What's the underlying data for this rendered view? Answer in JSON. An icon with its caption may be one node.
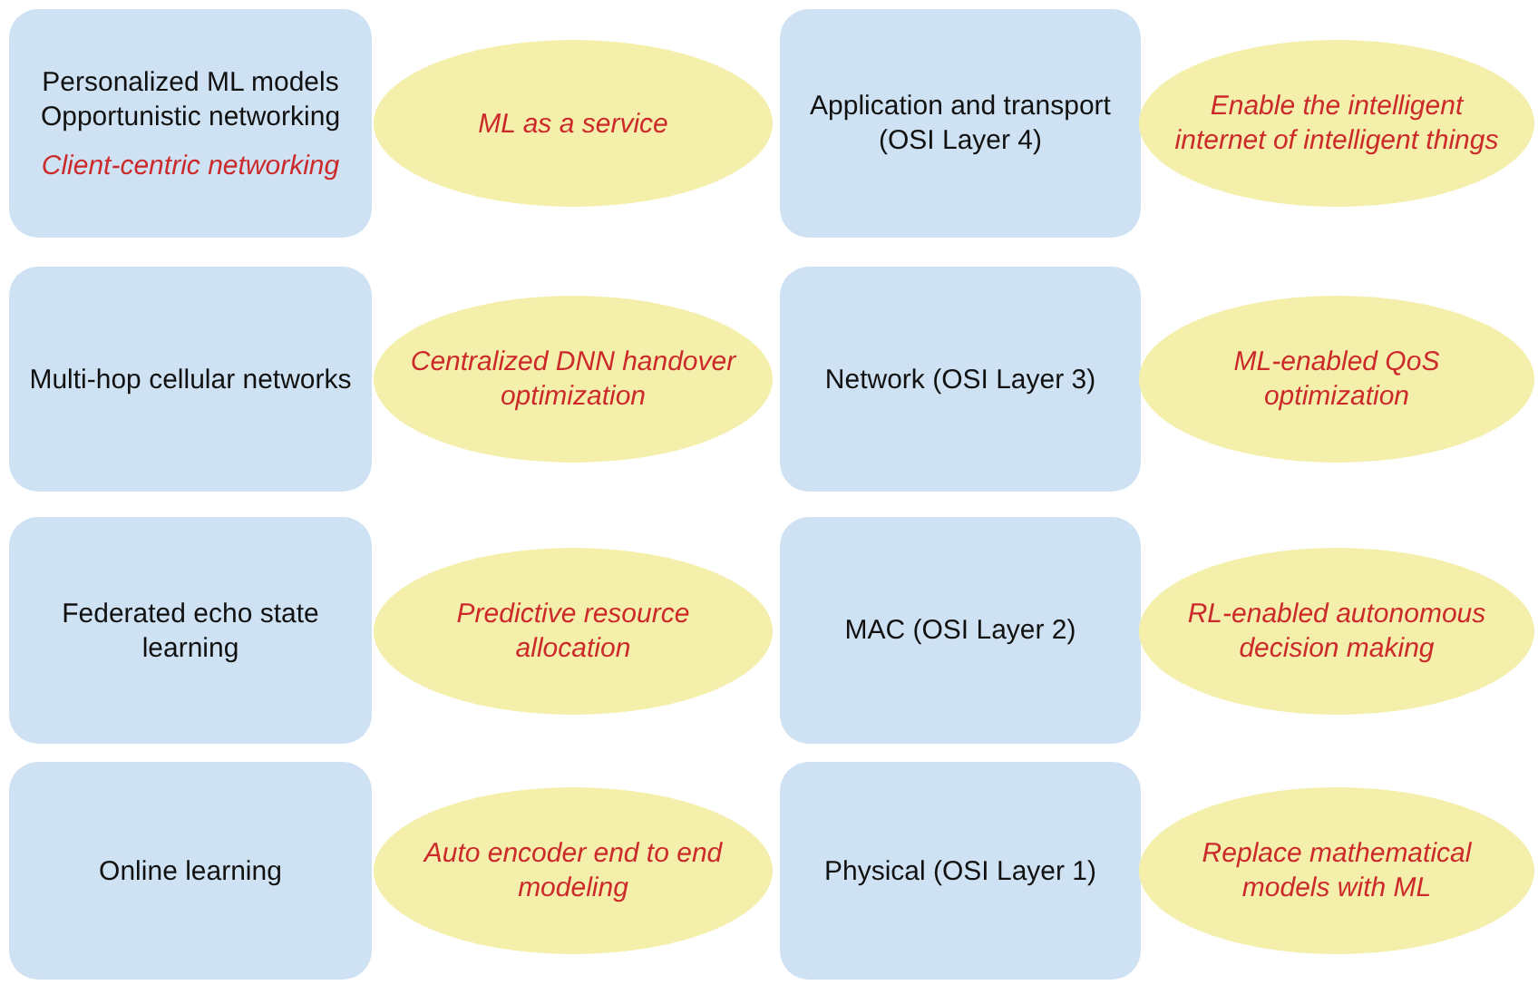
{
  "diagram": {
    "nodes": [
      {
        "text": [
          "Personalized ML models",
          "Opportunistic networking",
          "Client-centric networking"
        ]
      },
      {
        "text": [
          "ML as a service"
        ]
      },
      {
        "text": [
          "Application and transport (OSI Layer 4)"
        ]
      },
      {
        "text": [
          "Enable the intelligent internet of intelligent things"
        ]
      },
      {
        "text": [
          "Multi-hop cellular networks"
        ]
      },
      {
        "text": [
          "Centralized DNN handover optimization"
        ]
      },
      {
        "text": [
          "Network (OSI Layer 3)"
        ]
      },
      {
        "text": [
          "ML-enabled QoS optimization"
        ]
      },
      {
        "text": [
          "Federated echo state learning"
        ]
      },
      {
        "text": [
          "Predictive resource allocation"
        ]
      },
      {
        "text": [
          "MAC (OSI Layer 2)"
        ]
      },
      {
        "text": [
          "RL-enabled autonomous decision making"
        ]
      },
      {
        "text": [
          "Online learning"
        ]
      },
      {
        "text": [
          "Auto encoder end to end modeling"
        ]
      },
      {
        "text": [
          "Physical (OSI Layer 1)"
        ]
      },
      {
        "text": [
          "Replace mathematical models with ML"
        ]
      }
    ]
  }
}
